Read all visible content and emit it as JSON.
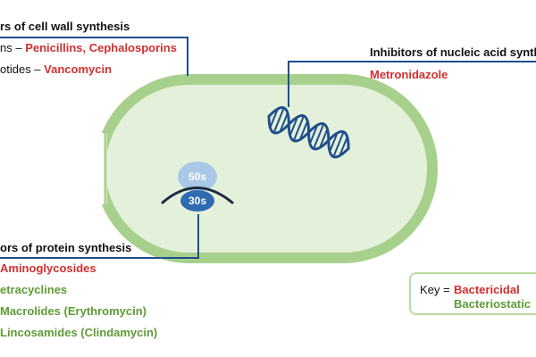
{
  "cell_wall": {
    "title": "rs of cell wall synthesis",
    "line1_prefix": "ns – ",
    "line1_drugs": "Penicillins, Cephalosporins",
    "line2_prefix": "otides – ",
    "line2_drugs": "Vancomycin"
  },
  "nucleic_acid": {
    "title": "Inhibitors of nucleic acid synthe",
    "drug": "Metronidazole"
  },
  "ribosome": {
    "large_subunit": "50s",
    "small_subunit": "30s"
  },
  "protein_synthesis": {
    "title": "ors of protein synthesis",
    "drugs": [
      "Aminoglycosides",
      "etracyclines",
      "Macrolides (Erythromycin)",
      "Lincosamides (Clindamycin)"
    ]
  },
  "key": {
    "label": "Key =",
    "bactericidal": "Bactericidal",
    "bacteriostatic": "Bacteriostatic"
  },
  "colors": {
    "bactericidal": "#d32f2f",
    "bacteriostatic": "#5e9b36",
    "leader_line": "#1f4e8c",
    "cell_wall": "#a8d08d",
    "cell_fill": "#e4f1da"
  }
}
